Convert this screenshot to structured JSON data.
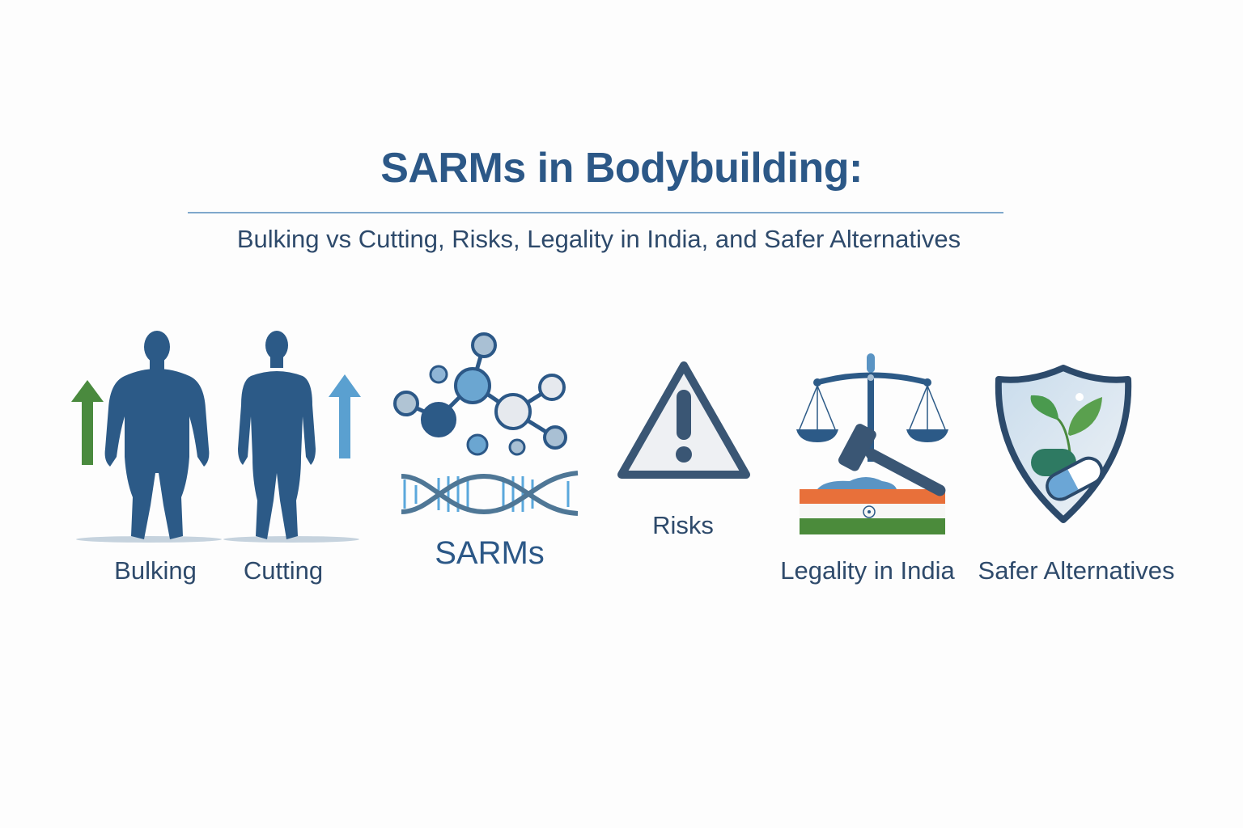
{
  "header": {
    "title": "SARMs in Bodybuilding:",
    "subtitle": "Bulking vs Cutting, Risks, Legality in India, and Safer Alternatives"
  },
  "panels": [
    {
      "id": "bulking",
      "label": "Bulking",
      "icon": "muscular-figure-icon",
      "accent": "#4a8a3e"
    },
    {
      "id": "cutting",
      "label": "Cutting",
      "icon": "lean-figure-icon",
      "accent": "#5aa0d0"
    },
    {
      "id": "sarms",
      "label": "SARMs",
      "icon": "molecule-dna-icon"
    },
    {
      "id": "risks",
      "label": "Risks",
      "icon": "warning-triangle-icon"
    },
    {
      "id": "legality",
      "label": "Legality in India",
      "icon": "scales-gavel-flag-icon"
    },
    {
      "id": "alternatives",
      "label": "Safer Alternatives",
      "icon": "shield-leaf-pill-icon"
    }
  ],
  "colors": {
    "primary": "#2c5887",
    "text": "#2e4a6b",
    "green": "#4a8a3e",
    "light_blue": "#5aa0d0",
    "saffron": "#e8703a",
    "india_green": "#4b8b3b"
  }
}
